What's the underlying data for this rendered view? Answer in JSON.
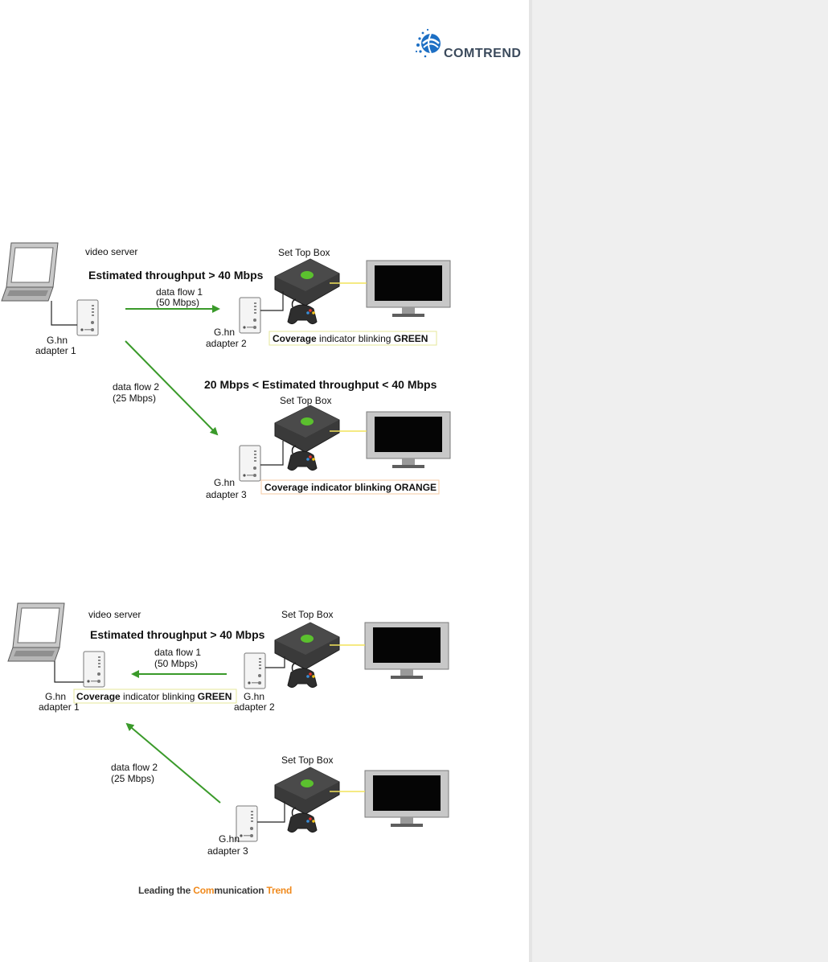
{
  "logo": {
    "text": "COMTREND"
  },
  "diagram1": {
    "video_server": "video server",
    "estimate_green": "Estimated throughput > 40 Mbps",
    "estimate_orange": "20 Mbps < Estimated throughput < 40 Mbps",
    "flow1_line1": "data flow 1",
    "flow1_line2": "(50 Mbps)",
    "flow2_line1": "data flow 2",
    "flow2_line2": "(25 Mbps)",
    "stb_top": "Set Top Box",
    "stb_bottom": "Set Top Box",
    "adapter1_line1": "G.hn",
    "adapter1_line2": "adapter 1",
    "adapter2_line1": "G.hn",
    "adapter2_line2": "adapter 2",
    "adapter3_line1": "G.hn",
    "adapter3_line2": "adapter 3",
    "indicator_green": {
      "prefix": "Coverage",
      "middle": " indicator blinking ",
      "suffix": "GREEN"
    },
    "indicator_orange": {
      "prefix": "Coverage indicator blinking ",
      "suffix": "ORANGE"
    }
  },
  "diagram2": {
    "video_server": "video server",
    "estimate_green": "Estimated throughput > 40 Mbps",
    "flow1_line1": "data flow 1",
    "flow1_line2": "(50 Mbps)",
    "flow2_line1": "data flow 2",
    "flow2_line2": "(25 Mbps)",
    "stb_top": "Set Top Box",
    "stb_bottom": "Set Top Box",
    "adapter1_line1": "G.hn",
    "adapter1_line2": "adapter 1",
    "adapter2_line1": "G.hn",
    "adapter2_line2": "adapter 2",
    "adapter3_line1": "G.hn",
    "adapter3_line2": "adapter 3",
    "indicator_green": {
      "prefix": "Coverage",
      "middle": " indicator blinking ",
      "suffix": "GREEN"
    }
  },
  "footer": {
    "part1": "Leading the ",
    "part2": "Com",
    "part3": "munication ",
    "part4": "Trend"
  },
  "colors": {
    "arrow_green": "#3a9a2a",
    "indicator_green": "#b9cc2e",
    "indicator_orange": "#f08a1d",
    "cable_yellow": "#f2e35a"
  }
}
